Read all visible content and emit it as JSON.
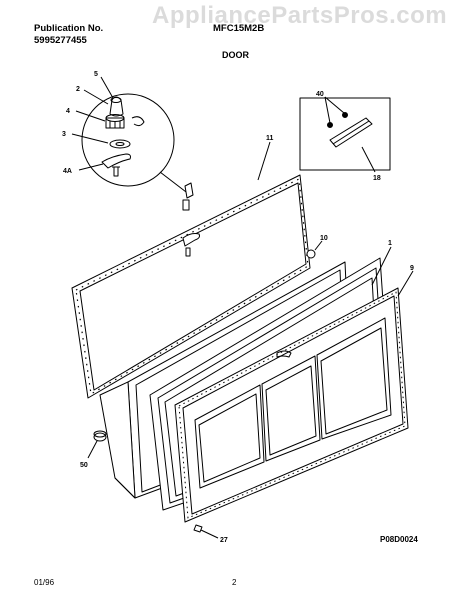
{
  "header": {
    "publication_label": "Publication No.",
    "publication_number": "5995277455",
    "model": "MFC15M2B"
  },
  "watermark": "AppliancePartsPros.com",
  "section_title": "DOOR",
  "part_labels": {
    "p5": "5",
    "p2": "2",
    "p4": "4",
    "p3": "3",
    "p4a": "4A",
    "p40": "40",
    "p18": "18",
    "p11": "11",
    "p10": "10",
    "p1": "1",
    "p9": "9",
    "p50": "50",
    "p27": "27"
  },
  "diagram_code": "P08D0024",
  "footer": {
    "date": "01/96",
    "page": "2"
  },
  "colors": {
    "line": "#000000",
    "watermark": "#bebebe"
  }
}
